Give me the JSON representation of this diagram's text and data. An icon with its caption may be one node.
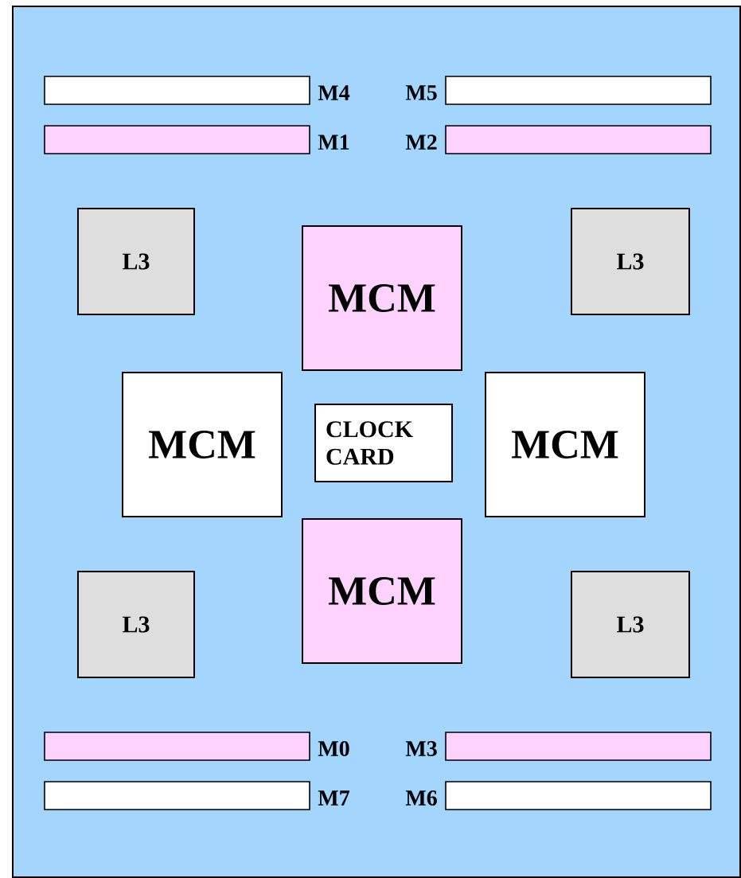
{
  "diagram": {
    "nodes": [
      {
        "text": [],
        "shape": "box"
      },
      {
        "text": [],
        "shape": "bar",
        "beside": [
          "M4"
        ],
        "in": 0
      },
      {
        "text": [],
        "shape": "bar",
        "beside": [
          "M5"
        ],
        "in": 0
      },
      {
        "text": [],
        "shape": "bar",
        "beside": [
          "M1"
        ],
        "in": 0
      },
      {
        "text": [],
        "shape": "bar",
        "beside": [
          "M2"
        ],
        "in": 0
      },
      {
        "text": [
          "L3"
        ],
        "in": 0
      },
      {
        "text": [
          "L3"
        ],
        "in": 0
      },
      {
        "text": [
          "MCM"
        ],
        "in": 0
      },
      {
        "text": [
          "MCM"
        ],
        "in": 0
      },
      {
        "text": [
          "CLOCK CARD"
        ],
        "in": 0
      },
      {
        "text": [
          "MCM"
        ],
        "in": 0
      },
      {
        "text": [
          "L3"
        ],
        "in": 0
      },
      {
        "text": [
          "MCM"
        ],
        "in": 0
      },
      {
        "text": [
          "L3"
        ],
        "in": 0
      },
      {
        "text": [],
        "shape": "bar",
        "beside": [
          "M0"
        ],
        "in": 0
      },
      {
        "text": [],
        "shape": "bar",
        "beside": [
          "M3"
        ],
        "in": 0
      },
      {
        "text": [],
        "shape": "bar",
        "beside": [
          "M7"
        ],
        "in": 0
      },
      {
        "text": [],
        "shape": "bar",
        "beside": [
          "M6"
        ],
        "in": 0
      }
    ]
  }
}
